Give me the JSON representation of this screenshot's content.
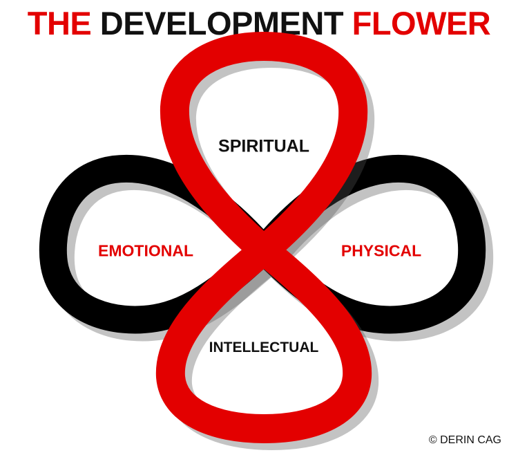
{
  "title": {
    "part1": "THE",
    "part2": "DEVELOPMENT",
    "part3": "FLOWER"
  },
  "petals": {
    "top": "SPIRITUAL",
    "left": "EMOTIONAL",
    "right": "PHYSICAL",
    "bottom": "INTELLECTUAL"
  },
  "credit": "© DERIN CAG",
  "colors": {
    "accent": "#e30000",
    "dark": "#111111",
    "background": "#ffffff"
  }
}
